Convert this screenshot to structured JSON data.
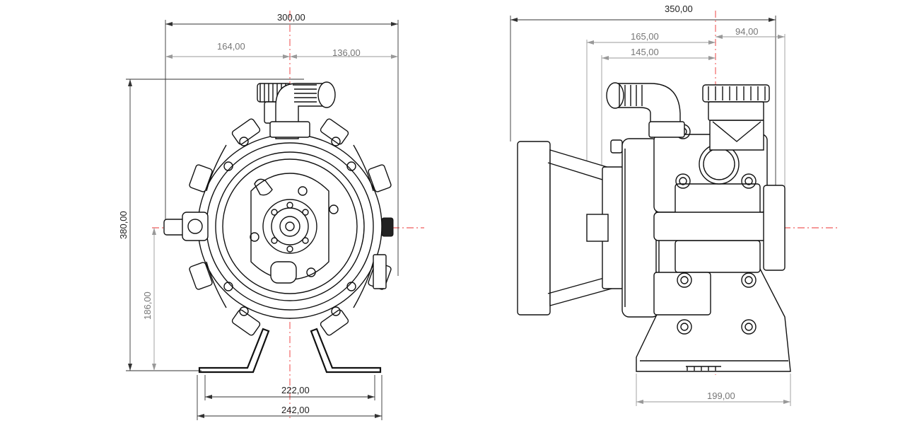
{
  "front_view": {
    "dims": {
      "overall_width": "300,00",
      "left_to_axis": "164,00",
      "axis_to_right": "136,00",
      "overall_height": "380,00",
      "axis_height": "186,00",
      "foot_inner": "222,00",
      "foot_outer": "242,00"
    }
  },
  "side_view": {
    "dims": {
      "overall_width": "350,00",
      "back_to_axis_a": "165,00",
      "back_to_axis_b": "145,00",
      "axis_to_front": "94,00",
      "base_width": "199,00"
    }
  },
  "colors": {
    "line": "#111111",
    "center_line": "#e33333",
    "dim_line": "#333333"
  }
}
